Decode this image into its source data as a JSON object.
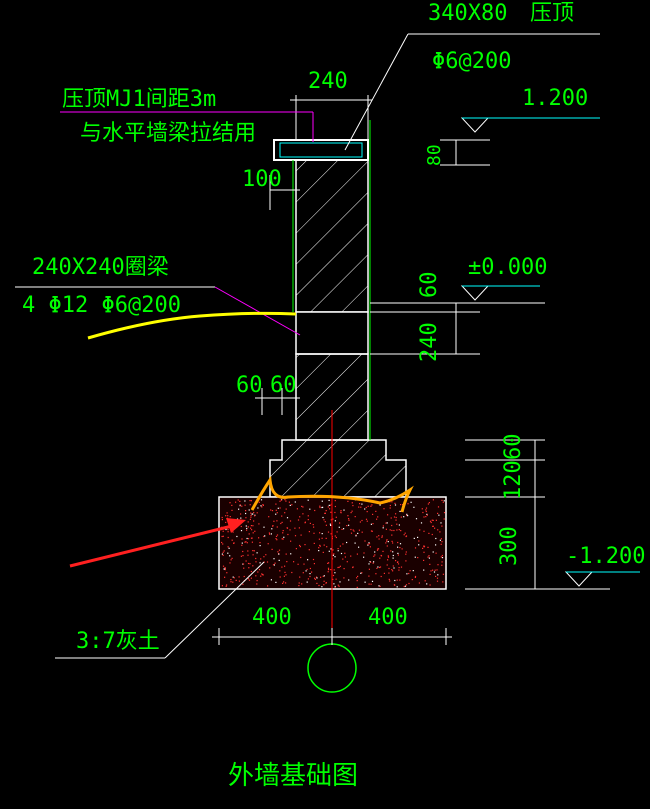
{
  "title": "外墙基础图",
  "colors": {
    "background": "#000000",
    "outline": "#ffffff",
    "green_text": "#00ff00",
    "cyan_dim": "#00ffff",
    "magenta": "#ff00ff",
    "red": "#ff0000",
    "yellow": "#ffff00",
    "orange": "#ffa500"
  },
  "labels": {
    "cap_size": "340X80",
    "cap_name": "压顶",
    "cap_rebar": "Φ6@200",
    "cap_width": "240",
    "note_line1": "压顶MJ1间距3m",
    "note_line2": "与水平墙梁拉结用",
    "elev_top": "1.200",
    "dim_80": "80",
    "dim_100": "100",
    "ring_beam": "240X240圈梁",
    "ring_beam_rebar": "4 Φ12   Φ6@200",
    "elev_zero": "±0.000",
    "dim_60_upper": "60",
    "dim_240": "240",
    "dim_60_left_a": "60",
    "dim_60_left_b": "60",
    "dim_60_right": "60",
    "dim_120": "120",
    "dim_300": "300",
    "elev_bottom": "-1.200",
    "dim_400_left": "400",
    "dim_400_right": "400",
    "soil": "3:7灰土"
  }
}
